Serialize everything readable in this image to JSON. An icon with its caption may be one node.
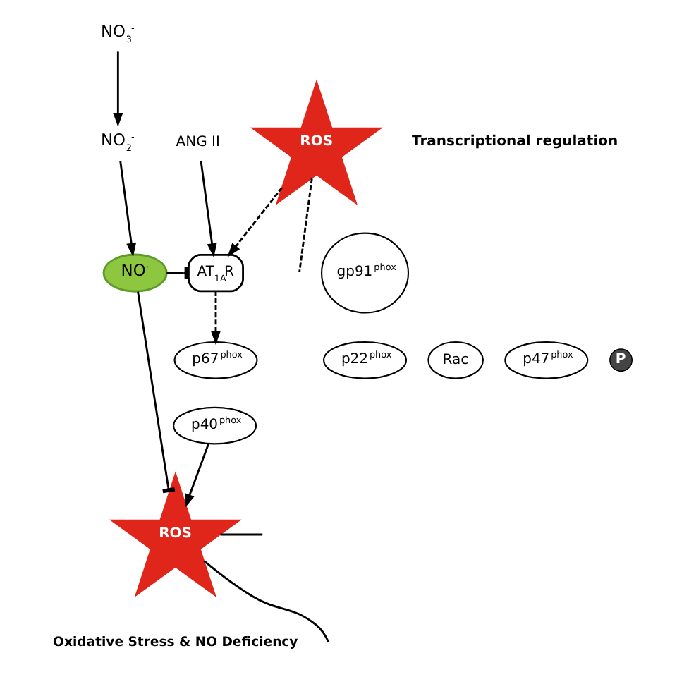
{
  "diagram": {
    "nodes": [
      {
        "text": [
          "NO$_{3}$$^{-}$"
        ]
      },
      {
        "text": [
          "NO$_{2}$$^{-}$"
        ]
      },
      {
        "text": [
          "NO$^{·}$"
        ]
      },
      {
        "text": [
          "ANG II"
        ]
      },
      {
        "text": [
          "AT$_{1A}$R"
        ]
      },
      {
        "text": [
          "ROS"
        ]
      },
      {
        "text": [
          "gp91$^{phox}$"
        ]
      },
      {
        "text": [
          "p22$^{phox}$"
        ]
      },
      {
        "text": [
          "Rac"
        ]
      },
      {
        "text": [
          "p67$^{phox}$"
        ]
      },
      {
        "text": [
          "p47$^{phox}$"
        ]
      },
      {
        "text": [
          "P"
        ]
      },
      {
        "text": [
          "p40$^{phox}$"
        ]
      },
      {
        "text": [
          "ROS"
        ],
        "beside": [
          "Oxidative Stress & NO Deficiency"
        ]
      }
    ],
    "edges": [
      {
        "from": 0,
        "to": 1,
        "arrow": "to"
      },
      {
        "from": 1,
        "to": 2,
        "arrow": "to"
      },
      {
        "from": 3,
        "to": 4,
        "arrow": "to"
      },
      {
        "from": 2,
        "to": 4,
        "arrow": "other"
      },
      {
        "from": 5,
        "to": 4,
        "arrow": "to",
        "style": "dashed"
      },
      {
        "from": 4,
        "to": 9,
        "arrow": "to",
        "style": "dashed"
      },
      {
        "from": 5,
        "to": null,
        "arrow": "none",
        "style": "dashed"
      },
      {
        "from": 12,
        "to": 13,
        "arrow": "to"
      },
      {
        "from": 2,
        "to": 13,
        "arrow": "other"
      },
      {
        "from": 13,
        "to": null,
        "arrow": "none"
      },
      {
        "from": 13,
        "to": null,
        "arrow": "none"
      }
    ],
    "labels": [
      "Transcriptional regulation"
    ]
  }
}
